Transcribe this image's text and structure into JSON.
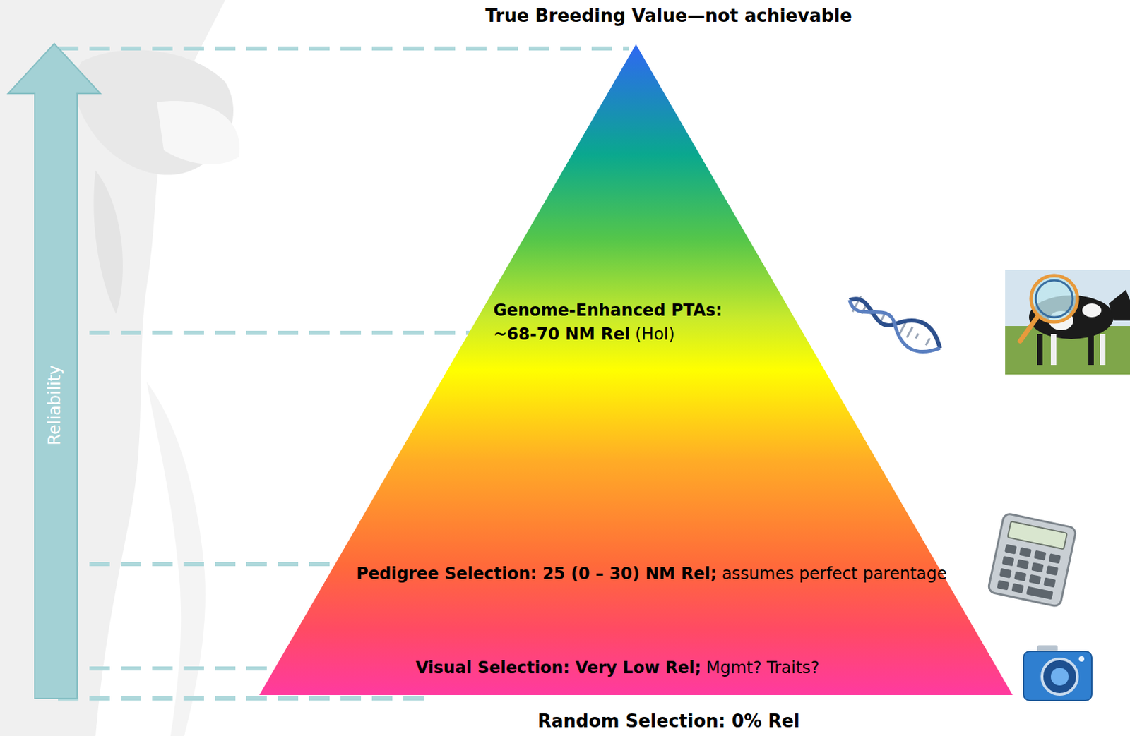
{
  "diagram": {
    "nodes": [
      {
        "text": [
          "Reliability"
        ]
      },
      {
        "text": [
          "Genome-Enhanced PTAs: ~68-70 NM Rel",
          "(Hol)",
          "Pedigree Selection: 25 (0 – 30) NM Rel;",
          "assumes perfect parentage",
          "Visual Selection: Very Low Rel;",
          "Mgmt? Traits?"
        ]
      }
    ],
    "labels": [
      "True Breeding Value—not achievable",
      "Random Selection: 0% Rel"
    ]
  }
}
